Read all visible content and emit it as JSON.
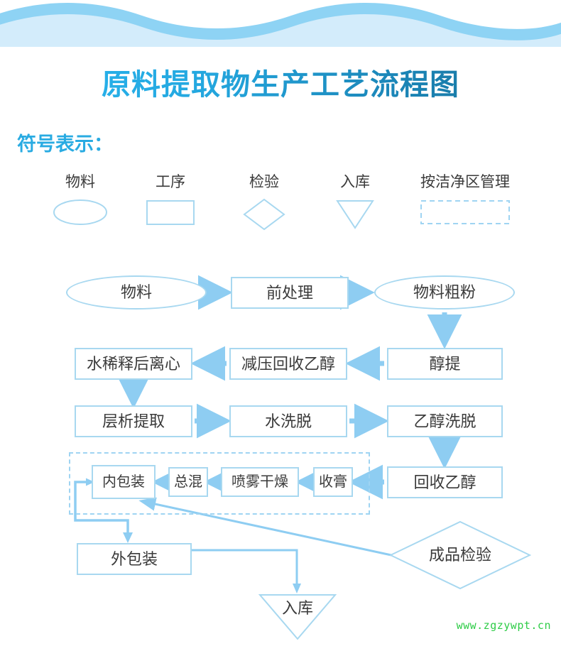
{
  "page": {
    "title": "原料提取物生产工艺流程图",
    "legend_heading": "符号表示：",
    "watermark": "www.zgzywpt.cn",
    "colors": {
      "title_gradient_from": "#29b6f0",
      "title_gradient_to": "#176f96",
      "heading": "#29abe2",
      "shape_stroke": "#a8d8f0",
      "arrow": "#8ecdf2",
      "dashed_stroke": "#9fd4f2",
      "text": "#3a3a3a",
      "wave_dark": "#8ed3f4",
      "wave_light": "#d3ecfb",
      "watermark": "#2ecc47"
    }
  },
  "legend": {
    "items": [
      {
        "label": "物料",
        "shape": "ellipse"
      },
      {
        "label": "工序",
        "shape": "rectangle"
      },
      {
        "label": "检验",
        "shape": "diamond"
      },
      {
        "label": "入库",
        "shape": "triangle-down"
      },
      {
        "label": "按洁净区管理",
        "shape": "dashed-rectangle"
      }
    ]
  },
  "flow": {
    "clean_area_label": "按洁净区管理",
    "nodes": [
      {
        "id": "n1",
        "label": "物料",
        "shape": "ellipse"
      },
      {
        "id": "n2",
        "label": "前处理",
        "shape": "rectangle"
      },
      {
        "id": "n3",
        "label": "物料粗粉",
        "shape": "ellipse"
      },
      {
        "id": "n4",
        "label": "醇提",
        "shape": "rectangle"
      },
      {
        "id": "n5",
        "label": "减压回收乙醇",
        "shape": "rectangle"
      },
      {
        "id": "n6",
        "label": "水稀释后离心",
        "shape": "rectangle"
      },
      {
        "id": "n7",
        "label": "层析提取",
        "shape": "rectangle"
      },
      {
        "id": "n8",
        "label": "水洗脱",
        "shape": "rectangle"
      },
      {
        "id": "n9",
        "label": "乙醇洗脱",
        "shape": "rectangle"
      },
      {
        "id": "n10",
        "label": "回收乙醇",
        "shape": "rectangle"
      },
      {
        "id": "n11",
        "label": "收膏",
        "shape": "rectangle"
      },
      {
        "id": "n12",
        "label": "喷雾干燥",
        "shape": "rectangle"
      },
      {
        "id": "n13",
        "label": "总混",
        "shape": "rectangle"
      },
      {
        "id": "n14",
        "label": "内包装",
        "shape": "rectangle"
      },
      {
        "id": "n15",
        "label": "外包装",
        "shape": "rectangle"
      },
      {
        "id": "n16",
        "label": "成品检验",
        "shape": "diamond"
      },
      {
        "id": "n17",
        "label": "入库",
        "shape": "triangle-down"
      }
    ],
    "edges": [
      {
        "from": "n1",
        "to": "n2",
        "dir": "right"
      },
      {
        "from": "n2",
        "to": "n3",
        "dir": "right"
      },
      {
        "from": "n3",
        "to": "n4",
        "dir": "down"
      },
      {
        "from": "n4",
        "to": "n5",
        "dir": "left"
      },
      {
        "from": "n5",
        "to": "n6",
        "dir": "left"
      },
      {
        "from": "n6",
        "to": "n7",
        "dir": "down"
      },
      {
        "from": "n7",
        "to": "n8",
        "dir": "right"
      },
      {
        "from": "n8",
        "to": "n9",
        "dir": "right"
      },
      {
        "from": "n9",
        "to": "n10",
        "dir": "down"
      },
      {
        "from": "n10",
        "to": "n11",
        "dir": "left"
      },
      {
        "from": "n11",
        "to": "n12",
        "dir": "left"
      },
      {
        "from": "n12",
        "to": "n13",
        "dir": "left"
      },
      {
        "from": "n13",
        "to": "n14",
        "dir": "left"
      },
      {
        "from": "n14",
        "to": "n15",
        "dir": "route-down"
      },
      {
        "from": "n15",
        "to": "n17",
        "dir": "route-right-down"
      },
      {
        "from": "n16",
        "to": "n14",
        "dir": "diagonal"
      }
    ]
  }
}
